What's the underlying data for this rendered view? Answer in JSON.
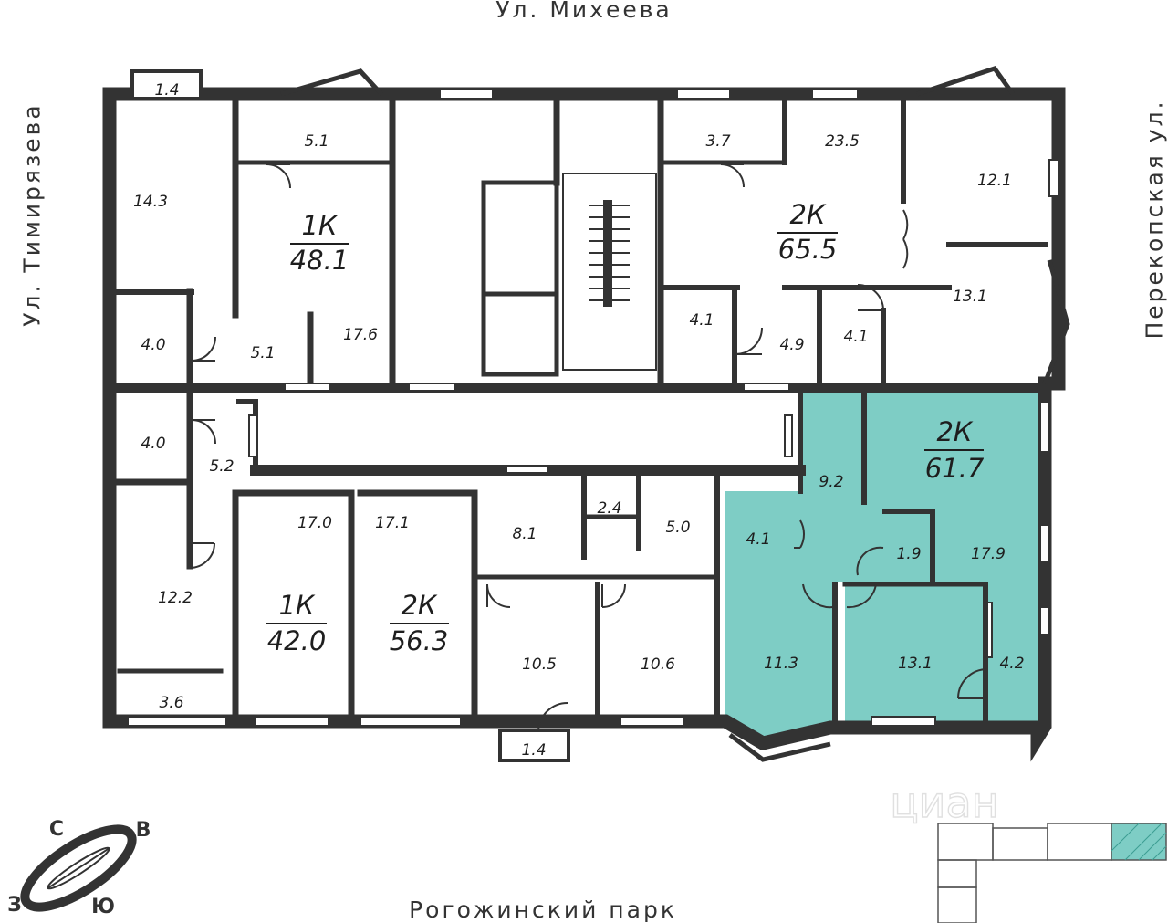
{
  "streets": {
    "top": "Ул. Михеева",
    "left": "Ул. Тимирязева",
    "right": "Перекопская ул.",
    "bottom": "Рогожинский парк"
  },
  "apartments": [
    {
      "id": "apt-1k-top",
      "type": "1К",
      "area": "48.1",
      "highlighted": false
    },
    {
      "id": "apt-2k-top",
      "type": "2К",
      "area": "65.5",
      "highlighted": false
    },
    {
      "id": "apt-2k-right",
      "type": "2К",
      "area": "61.7",
      "highlighted": true
    },
    {
      "id": "apt-1k-bottom",
      "type": "1К",
      "area": "42.0",
      "highlighted": false
    },
    {
      "id": "apt-2k-bottom",
      "type": "2К",
      "area": "56.3",
      "highlighted": false
    }
  ],
  "rooms": [
    "1.4",
    "5.1",
    "14.3",
    "4.0",
    "5.1",
    "17.6",
    "3.7",
    "23.5",
    "12.1",
    "4.1",
    "4.9",
    "4.1",
    "13.1",
    "4.0",
    "5.2",
    "17.0",
    "17.1",
    "8.1",
    "2.4",
    "5.0",
    "12.2",
    "3.6",
    "10.5",
    "1.4",
    "10.6",
    "9.2",
    "4.1",
    "1.9",
    "17.9",
    "11.3",
    "13.1",
    "4.2"
  ],
  "compass": {
    "north": "С",
    "east": "В",
    "south": "Ю",
    "west": "З"
  },
  "watermark": "циан",
  "colors": {
    "highlight": "#7ecdc5",
    "wall": "#333333",
    "window": "#bfbfbf"
  }
}
